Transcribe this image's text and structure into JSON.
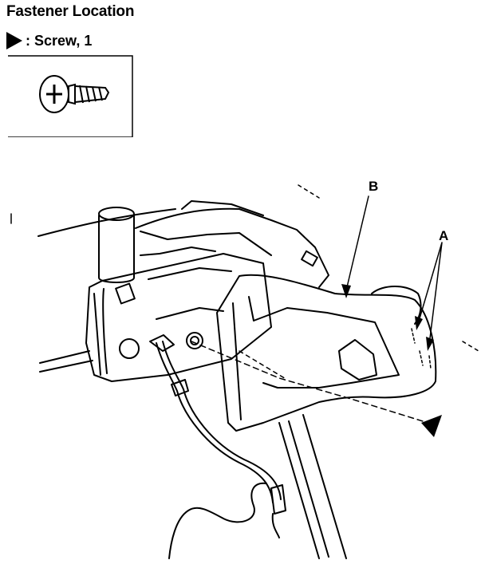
{
  "header": {
    "title": "Fastener Location",
    "legend_label": ": Screw, 1"
  },
  "callouts": {
    "a": "A",
    "b": "B"
  },
  "icons": {
    "legend_marker": "triangle-pointer-icon",
    "screw": "pan-head-screw-icon"
  },
  "colors": {
    "ink": "#000000",
    "background": "#ffffff"
  }
}
